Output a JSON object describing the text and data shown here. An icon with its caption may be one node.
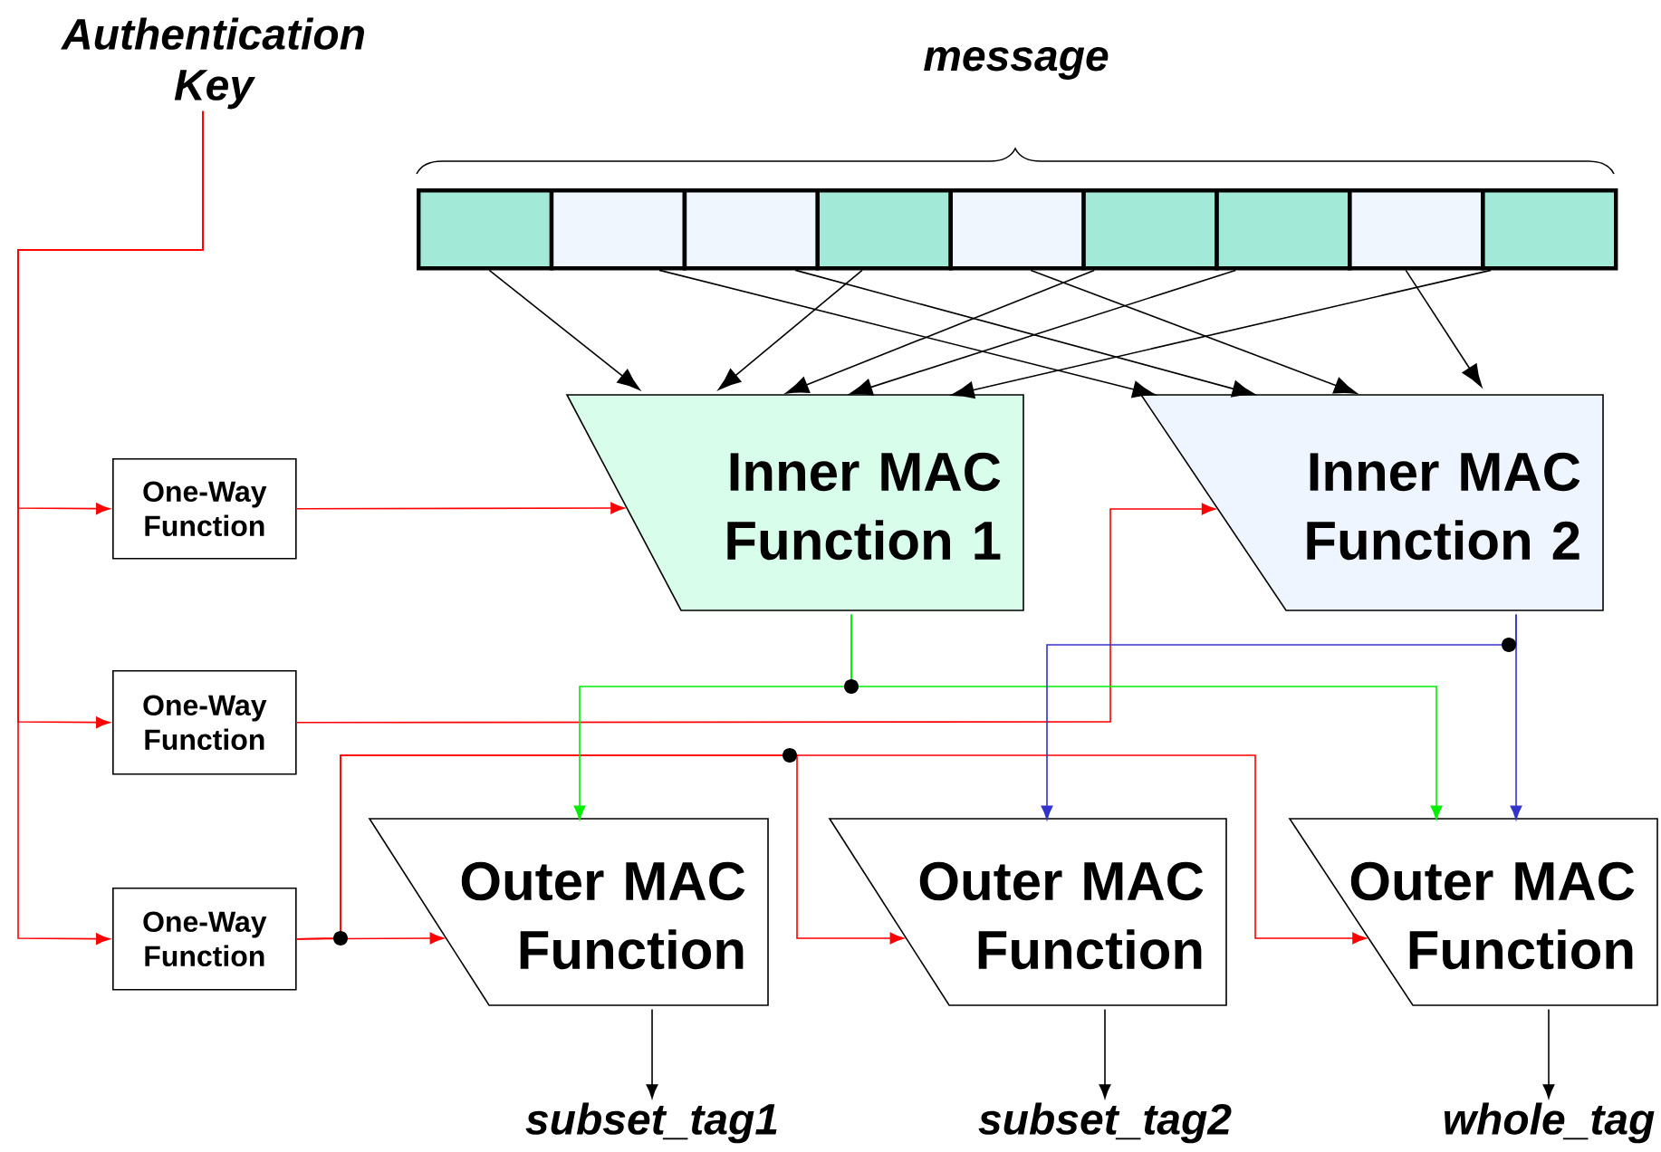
{
  "diagram": {
    "nodes": [
      {
        "text": [
          "Authentication Key"
        ]
      },
      {
        "text": [],
        "shape": "box"
      },
      {
        "text": [],
        "shape": "box"
      },
      {
        "text": [],
        "shape": "box"
      },
      {
        "text": [],
        "shape": "box"
      },
      {
        "text": [],
        "shape": "box"
      },
      {
        "text": [],
        "shape": "box"
      },
      {
        "text": [],
        "shape": "box"
      },
      {
        "text": [],
        "shape": "box"
      },
      {
        "text": [],
        "shape": "box"
      },
      {
        "text": [
          "Inner MAC Function 1"
        ]
      },
      {
        "text": [
          "Inner MAC Function 2"
        ]
      },
      {
        "text": [
          "One-Way Function"
        ]
      },
      {
        "text": [
          "One-Way Function"
        ]
      },
      {
        "text": [
          "One-Way Function"
        ]
      },
      {
        "text": [
          "Outer MAC Function"
        ]
      },
      {
        "text": [
          "Outer MAC Function"
        ]
      },
      {
        "text": [
          "Outer MAC Function"
        ]
      },
      {
        "text": [
          "subset_tag1"
        ]
      },
      {
        "text": [
          "subset_tag2"
        ]
      },
      {
        "text": [
          "whole_tag"
        ]
      }
    ],
    "edges": [
      {
        "from": 0,
        "to": 12,
        "arrow": "to",
        "color": "#ff0000"
      },
      {
        "from": 0,
        "to": 13,
        "arrow": "to",
        "color": "#ff0000"
      },
      {
        "from": 0,
        "to": 14,
        "arrow": "to",
        "color": "#ff0000"
      },
      {
        "from": 1,
        "to": 10,
        "arrow": "to"
      },
      {
        "from": 2,
        "to": 11,
        "arrow": "to"
      },
      {
        "from": 3,
        "to": 11,
        "arrow": "to"
      },
      {
        "from": 4,
        "to": 10,
        "arrow": "to"
      },
      {
        "from": 5,
        "to": 11,
        "arrow": "to"
      },
      {
        "from": 6,
        "to": 10,
        "arrow": "to"
      },
      {
        "from": 7,
        "to": 10,
        "arrow": "to"
      },
      {
        "from": 8,
        "to": 11,
        "arrow": "to"
      },
      {
        "from": 9,
        "to": 10,
        "arrow": "to"
      },
      {
        "from": 12,
        "to": 10,
        "arrow": "to",
        "color": "#ff0000"
      },
      {
        "from": 13,
        "to": 11,
        "arrow": "to",
        "color": "#ff0000"
      },
      {
        "from": 14,
        "to": 15,
        "arrow": "to",
        "color": "#ff0000"
      },
      {
        "from": 14,
        "to": 16,
        "arrow": "to",
        "color": "#ff0000"
      },
      {
        "from": 14,
        "to": 17,
        "arrow": "to",
        "color": "#ff0000"
      },
      {
        "from": 10,
        "to": 15,
        "arrow": "to",
        "color": "#00ee00"
      },
      {
        "from": 10,
        "to": 17,
        "arrow": "to",
        "color": "#00ee00"
      },
      {
        "from": 11,
        "to": 16,
        "arrow": "to",
        "color": "#3333cc"
      },
      {
        "from": 11,
        "to": 17,
        "arrow": "to",
        "color": "#3333cc"
      },
      {
        "from": 15,
        "to": 18,
        "arrow": "to"
      },
      {
        "from": 16,
        "to": 19,
        "arrow": "to"
      },
      {
        "from": 17,
        "to": 20,
        "arrow": "to"
      }
    ],
    "labels": [
      "message"
    ]
  }
}
